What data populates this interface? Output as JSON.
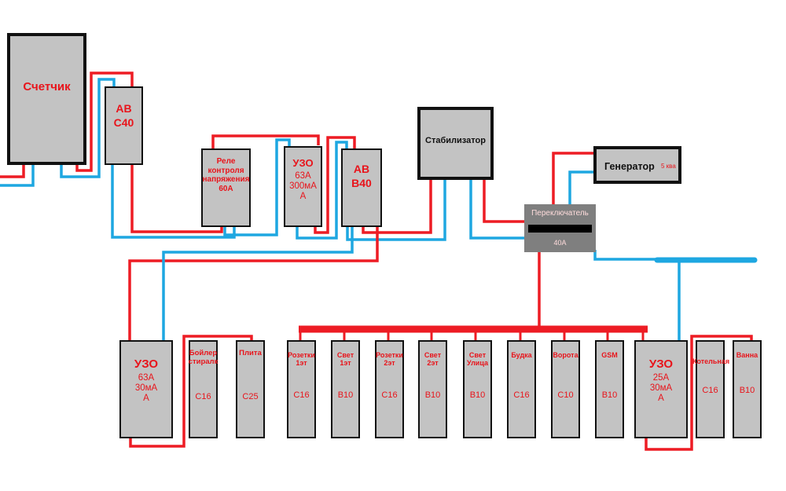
{
  "colors": {
    "phase": "#ed1c24",
    "neutral": "#1ea7e1",
    "box_fill": "#c3c3c3",
    "switch_fill": "#7f7f7f",
    "label": "#e8141b"
  },
  "meter": {
    "label": "Счетчик"
  },
  "breaker_main": {
    "line1": "АВ",
    "line2": "С40"
  },
  "relay": {
    "label": "Реле\nконтроля\nнапряжения\n60А"
  },
  "rcd_main": {
    "title": "УЗО",
    "spec": "63А\n300мА\nА"
  },
  "breaker_b40": {
    "line1": "АВ",
    "line2": "В40"
  },
  "stabilizer": {
    "label": "Стабилизатор"
  },
  "generator": {
    "label": "Генератор",
    "power": "5 ква"
  },
  "switch": {
    "label": "Переключатель",
    "rating": "40А"
  },
  "rcd_left": {
    "title": "УЗО",
    "spec": "63А\n30мА\nА"
  },
  "rcd_right": {
    "title": "УЗО",
    "spec": "25А\n30мА\nА"
  },
  "left_breakers": [
    {
      "name": "Бойлер\nстиралк",
      "rating": "С16"
    },
    {
      "name": "Плита",
      "rating": "С25"
    }
  ],
  "group_breakers": [
    {
      "name": "Розетки\n1эт",
      "rating": "С16"
    },
    {
      "name": "Свет\n1эт",
      "rating": "В10"
    },
    {
      "name": "Розетки\n2эт",
      "rating": "С16"
    },
    {
      "name": "Свет\n2эт",
      "rating": "В10"
    },
    {
      "name": "Свет\nУлица",
      "rating": "В10"
    },
    {
      "name": "Будка",
      "rating": "С16"
    },
    {
      "name": "Ворота",
      "rating": "С10"
    },
    {
      "name": "GSM",
      "rating": "В10"
    }
  ],
  "right_breakers": [
    {
      "name": "Котельная",
      "rating": "С16"
    },
    {
      "name": "Ванна",
      "rating": "В10"
    }
  ]
}
